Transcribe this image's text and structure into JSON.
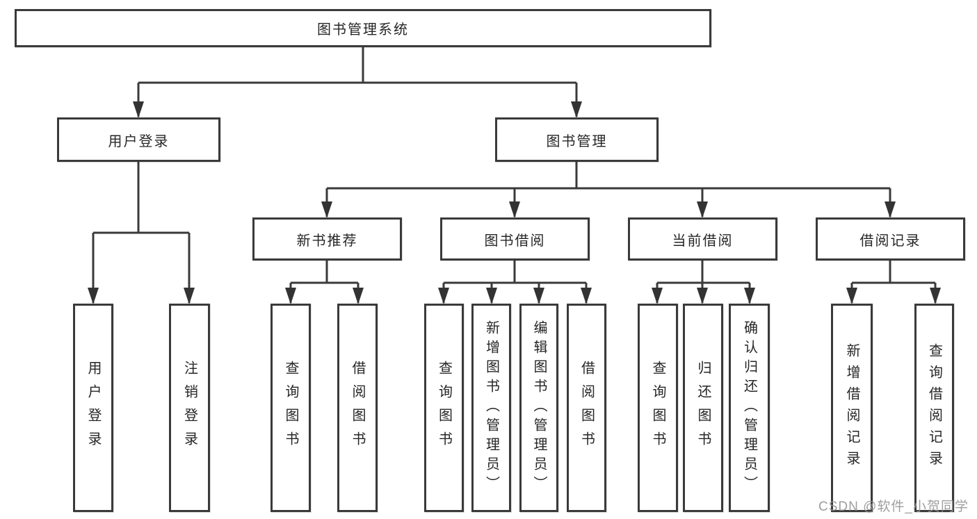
{
  "diagram": {
    "root": {
      "label": "图书管理系统"
    },
    "level2": {
      "user_login": {
        "label": "用户登录"
      },
      "book_mgmt": {
        "label": "图书管理"
      }
    },
    "level3": {
      "new_book": {
        "label": "新书推荐"
      },
      "book_borrow": {
        "label": "图书借阅"
      },
      "current_borrow": {
        "label": "当前借阅"
      },
      "borrow_record": {
        "label": "借阅记录"
      }
    },
    "leaves": {
      "user_login": [
        "用户登录",
        "注销登录"
      ],
      "new_book": [
        "查询图书",
        "借阅图书"
      ],
      "book_borrow": [
        "查询图书",
        "新增图书（管理员）",
        "编辑图书（管理员）",
        "借阅图书"
      ],
      "current_borrow": [
        "查询图书",
        "归还图书",
        "确认归还（管理员）"
      ],
      "borrow_record": [
        "新增借阅记录",
        "查询借阅记录"
      ]
    }
  },
  "watermark": "CSDN @软件_小贺同学",
  "colors": {
    "line": "#3a3a3a",
    "text": "#262626",
    "watermark": "#949494",
    "background": "#ffffff"
  }
}
